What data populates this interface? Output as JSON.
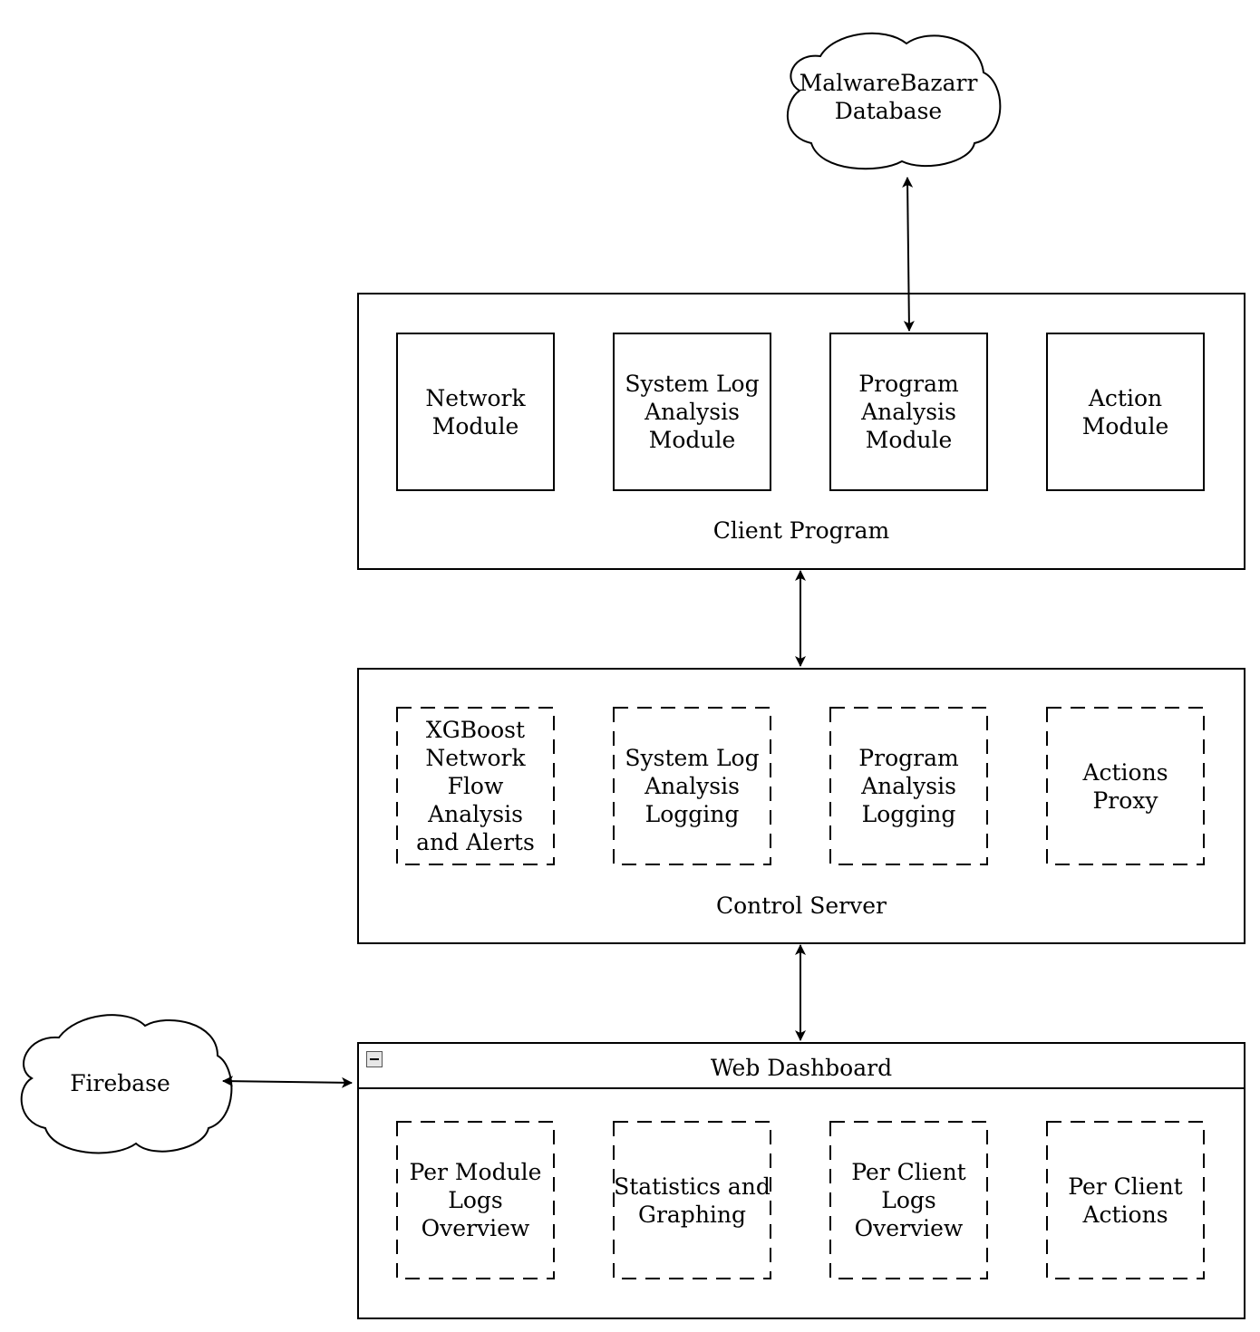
{
  "clouds": {
    "malwarebazarr": {
      "label": "MalwareBazarr\nDatabase"
    },
    "firebase": {
      "label": "Firebase"
    }
  },
  "client_program": {
    "title": "Client Program",
    "modules": [
      {
        "label": "Network\nModule"
      },
      {
        "label": "System Log\nAnalysis\nModule"
      },
      {
        "label": "Program\nAnalysis\nModule"
      },
      {
        "label": "Action\nModule"
      }
    ]
  },
  "control_server": {
    "title": "Control Server",
    "modules": [
      {
        "label": "XGBoost\nNetwork\nFlow\nAnalysis\nand Alerts"
      },
      {
        "label": "System Log\nAnalysis\nLogging"
      },
      {
        "label": "Program\nAnalysis\nLogging"
      },
      {
        "label": "Actions\nProxy"
      }
    ]
  },
  "web_dashboard": {
    "title": "Web Dashboard",
    "modules": [
      {
        "label": "Per Module\nLogs\nOverview"
      },
      {
        "label": "Statistics and\nGraphing"
      },
      {
        "label": "Per Client\nLogs\nOverview"
      },
      {
        "label": "Per Client\nActions"
      }
    ]
  }
}
